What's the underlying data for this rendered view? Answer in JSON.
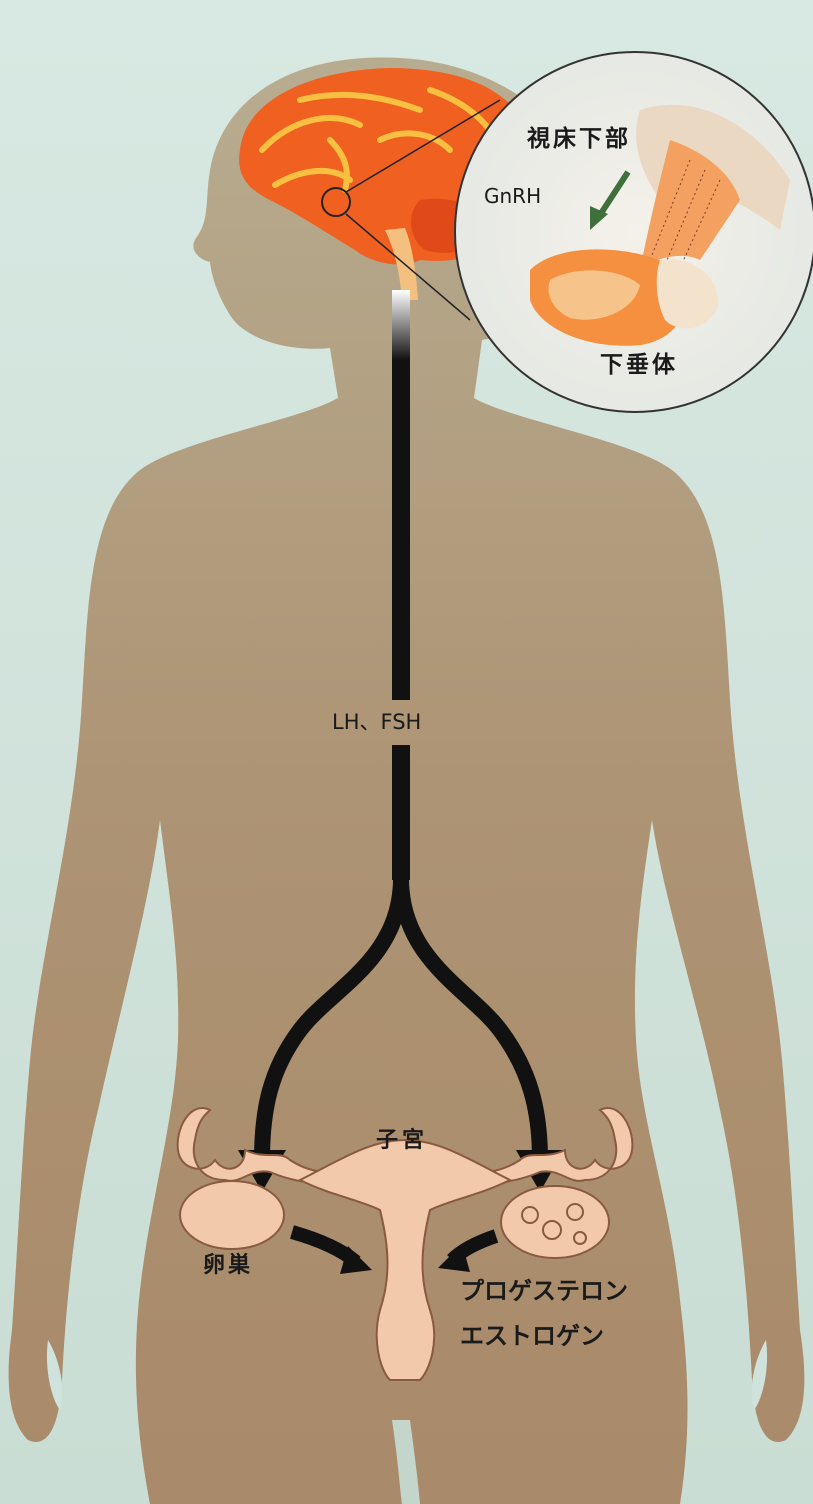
{
  "labels": {
    "hypothalamus": "視床下部",
    "gnrh": "GnRH",
    "pituitary": "下垂体",
    "lh_fsh": "LH、FSH",
    "uterus": "子宮",
    "ovary": "卵巣",
    "progesterone": "プロゲステロン",
    "estrogen": "エストロゲン"
  },
  "colors": {
    "background": "#cfe3dc",
    "body": "#b09878",
    "brain": "#f06020",
    "brain_highlight": "#f8c040",
    "pathway": "#111111",
    "gnrh_arrow": "#3f6f3a",
    "organ_fill": "#f2c9aa",
    "organ_stroke": "#8a5a40"
  }
}
